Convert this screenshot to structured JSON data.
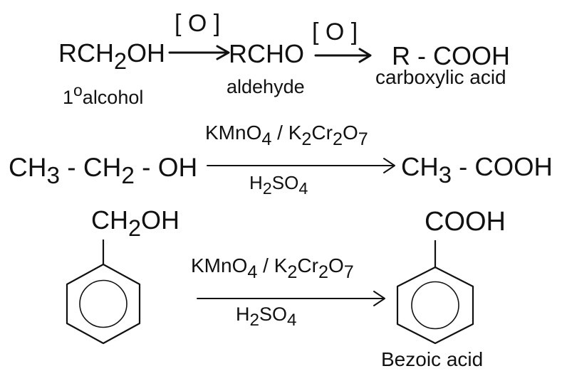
{
  "reaction_1": {
    "reactant": [
      "RCH",
      "2",
      "OH"
    ],
    "oxidant_1": "[ O ]",
    "intermediate": "RCHO",
    "oxidant_2": "[ O ]",
    "product": "R - COOH",
    "reactant_label": {
      "degree": "1",
      "superscript": "o",
      "text": "alcohol"
    },
    "intermediate_label": "aldehyde",
    "product_label": "carboxylic acid"
  },
  "reaction_2": {
    "reagent_above_arrow": [
      "KMnO",
      "4",
      " / K",
      "2",
      "Cr",
      "2",
      "O",
      "7"
    ],
    "reactant": [
      "CH",
      "3",
      " - CH",
      "2",
      " - OH"
    ],
    "product": [
      "CH",
      "3",
      " - COOH"
    ],
    "reagent_below_arrow": [
      "H",
      "2",
      "SO",
      "4"
    ]
  },
  "reaction_3": {
    "reactant_substituent": [
      "CH",
      "2",
      "OH"
    ],
    "reagent_above_arrow": [
      "KMnO",
      "4",
      " / K",
      "2",
      "Cr",
      "2",
      "O",
      "7"
    ],
    "reagent_below_arrow": [
      "H",
      "2",
      "SO",
      "4"
    ],
    "product_substituent": "COOH",
    "product_label": "Bezoic acid"
  },
  "colors": {
    "ink": "#111111",
    "background": "#ffffff"
  }
}
